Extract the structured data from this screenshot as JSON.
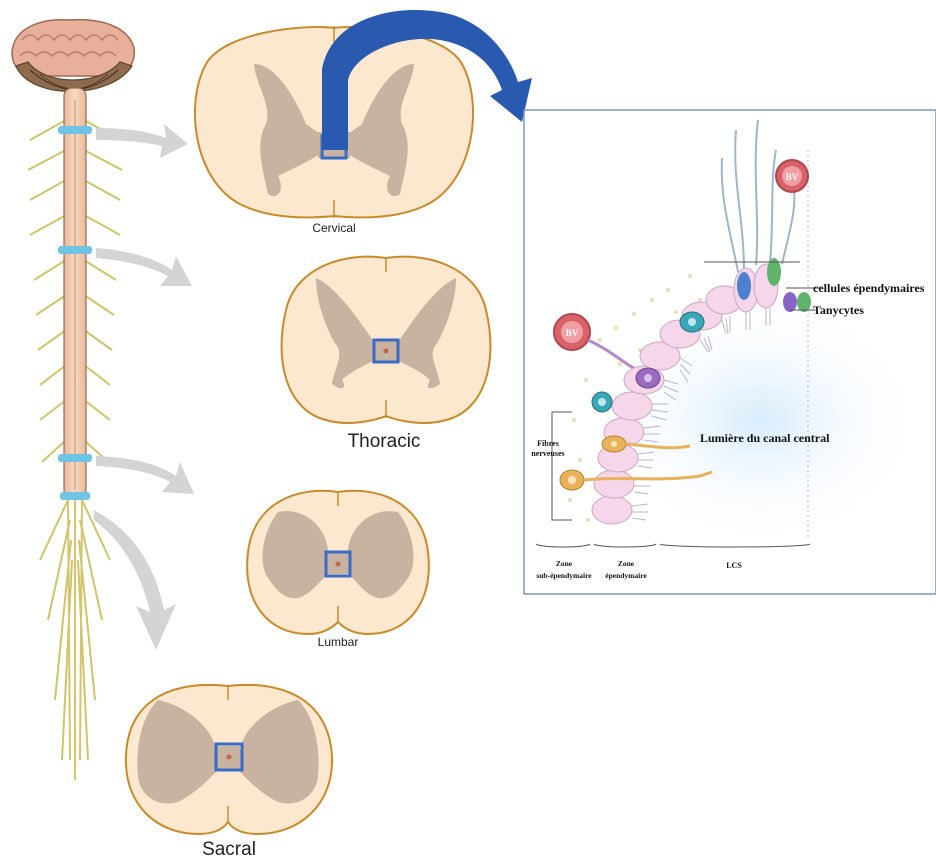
{
  "sections": {
    "cervical": "Cervical",
    "thoracic": "Thoracic",
    "lumbar": "Lumbar",
    "sacral": "Sacral"
  },
  "inset": {
    "ependymal_cells": "cellules épendymaires",
    "tanycytes": "Tanycytes",
    "central_canal_lumen": "Lumière du canal central",
    "nerve_fibers_line1": "Fibres",
    "nerve_fibers_line2": "nerveuses",
    "zone_subependymal_line1": "Zone",
    "zone_subependymal_line2": "sub-épendymaire",
    "zone_ependymal_line1": "Zone",
    "zone_ependymal_line2": "épendymaire",
    "csf": "LCS",
    "bv": "BV"
  },
  "colors": {
    "cord_fill": "#fbe8cf",
    "cord_outline": "#c98a2a",
    "grey_matter": "#c7b3a0",
    "highlight_box": "#3a6bc9",
    "arrow_blue": "#2a59b0",
    "arrow_grey": "#cfcfcf",
    "inset_border": "#7a96b8"
  }
}
